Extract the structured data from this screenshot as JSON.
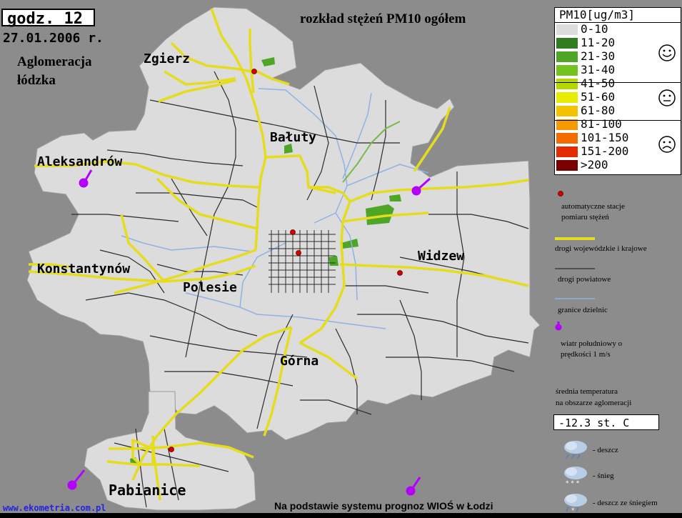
{
  "header": {
    "hour_label": "godz. 12",
    "date_label": "27.01.2006 r.",
    "title": "rozkład stężeń PM10 ogółem",
    "region_line1": "Aglomeracja",
    "region_line2": "łódzka"
  },
  "places": [
    {
      "name": "Zgierz"
    },
    {
      "name": "Bałuty"
    },
    {
      "name": "Aleksandrów"
    },
    {
      "name": "Konstantynów"
    },
    {
      "name": "Polesie"
    },
    {
      "name": "Widzew"
    },
    {
      "name": "Górna"
    },
    {
      "name": "Pabianice"
    }
  ],
  "legend": {
    "title": "PM10[ug/m3]",
    "classes": [
      {
        "label": "0-10",
        "color": "#dcdcdc"
      },
      {
        "label": "11-20",
        "color": "#2f7d1e"
      },
      {
        "label": "21-30",
        "color": "#4ea626"
      },
      {
        "label": "31-40",
        "color": "#74c21f"
      },
      {
        "label": "41-50",
        "color": "#b5d800"
      },
      {
        "label": "51-60",
        "color": "#e8ec00"
      },
      {
        "label": "61-80",
        "color": "#f5c200"
      },
      {
        "label": "81-100",
        "color": "#f79a00"
      },
      {
        "label": "101-150",
        "color": "#f46b00"
      },
      {
        "label": "151-200",
        "color": "#e52b00"
      },
      {
        "label": ">200",
        "color": "#7a0000"
      }
    ],
    "faces": [
      "smiley-happy",
      "smiley-neutral",
      "smiley-sad"
    ]
  },
  "key": {
    "stations": "automatyczne stacje pomiaru stężeń",
    "stations_line1": "automatyczne stacje",
    "stations_line2": "pomiaru stężeń",
    "main_roads": "drogi wojewódzkie i krajowe",
    "county_roads": "drogi powiatowe",
    "district_borders": "granice dzielnic",
    "wind_line1": "wiatr południowy o",
    "wind_line2": "prędkości 1 m/s",
    "temp_line1": "średnia temperatura",
    "temp_line2": "na obszarze aglomeracji",
    "temperature": "-12.3 st. C",
    "rain": "- deszcz",
    "snow": "- śnieg",
    "sleet": "- deszcz ze śniegiem"
  },
  "colors": {
    "background": "#8c8c8c",
    "land": "#dcdcdc",
    "main_road": "#e6dc1e",
    "county_road": "#2b2b2b",
    "district_border": "#8fb2e6",
    "station": "#d40000",
    "wind": "#b300ff"
  },
  "footer": {
    "website": "www.ekometria.com.pl",
    "source": "Na podstawie systemu prognoz WIOŚ w Łodzi"
  }
}
